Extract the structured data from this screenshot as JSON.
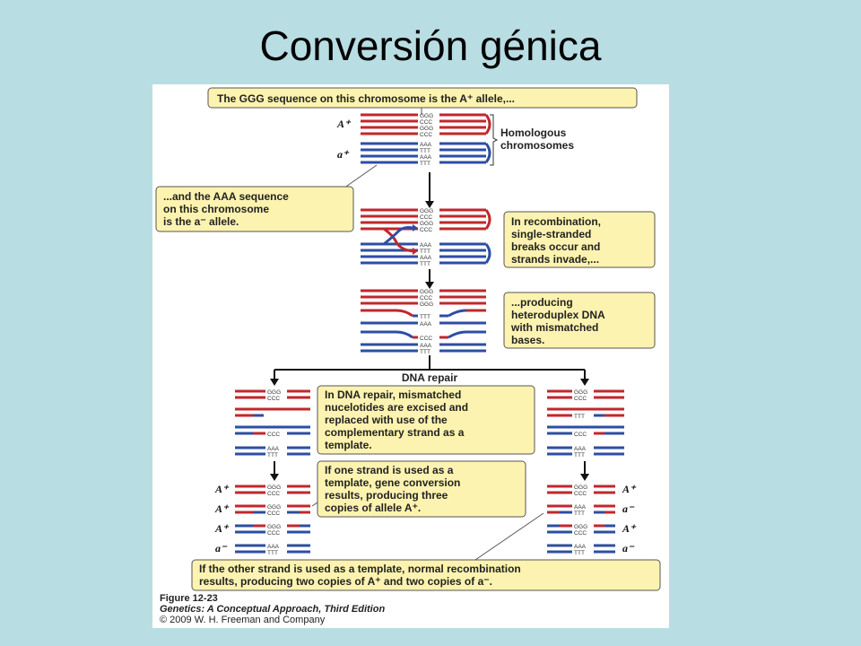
{
  "slide": {
    "title": "Conversión génica"
  },
  "callouts": {
    "top": "The GGG sequence on this chromosome is the A⁺ allele,...",
    "homologous": [
      "Homologous",
      "chromosomes"
    ],
    "aaa": [
      "...and the AAA sequence",
      "on this chromosome",
      "is the a⁻ allele."
    ],
    "recombination": [
      "In recombination,",
      "single-stranded",
      "breaks occur and",
      "strands invade,..."
    ],
    "heteroduplex": [
      "...producing",
      "heteroduplex DNA",
      "with mismatched",
      "bases."
    ],
    "dna_repair": "DNA repair",
    "repair": [
      "In DNA repair, mismatched",
      "nucelotides are excised and",
      "replaced with use of the",
      "complementary strand as a",
      "template."
    ],
    "one_strand": [
      "If one strand is used as a",
      "template, gene conversion",
      "results, producing three",
      "copies of allele A⁺."
    ],
    "other_strand": [
      "If the other strand is used as a template, normal recombination",
      "results, producing two copies of A⁺ and two copies of a⁻."
    ]
  },
  "labels": {
    "a_plus": "A⁺",
    "a_minus": "a⁻",
    "top_a": "A⁺",
    "top_b": "a⁺",
    "left_results": [
      "A⁺",
      "A⁺",
      "A⁺",
      "a⁻"
    ],
    "right_results": [
      "A⁺",
      "a⁻",
      "A⁺",
      "a⁻"
    ]
  },
  "sequences": {
    "ggg": "GGG",
    "ccc": "CCC",
    "aaa": "AAA",
    "ttt": "TTT"
  },
  "caption": {
    "figure": "Figure 12-23",
    "book": "Genetics: A Conceptual Approach, Third Edition",
    "copyright": "© 2009 W. H. Freeman and Company"
  },
  "colors": {
    "red": "#c0272d",
    "blue": "#2c4ea3",
    "callout_fill": "#fdf3b0",
    "callout_stroke": "#555555",
    "background": "#b8dde3"
  }
}
